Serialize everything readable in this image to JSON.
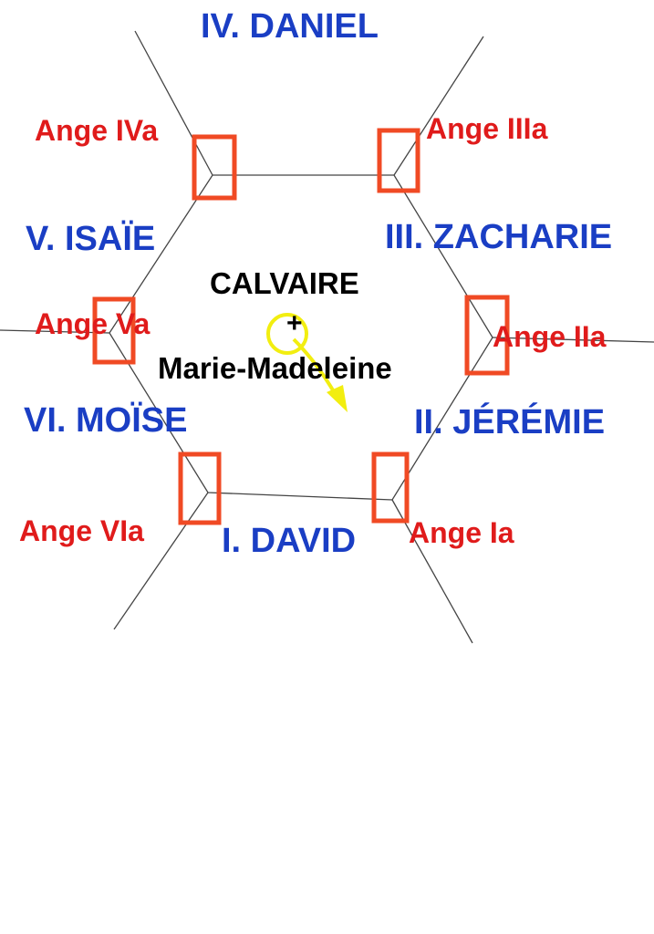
{
  "colors": {
    "prophet": "#1a3ec4",
    "angel": "#e01b1b",
    "center_text": "#000000",
    "marker": "#f04a24",
    "highlight": "#f2ee10",
    "line": "#444444"
  },
  "prophets": {
    "daniel": "IV. DANIEL",
    "isaie": "V. ISAÏE",
    "zacharie": "III. ZACHARIE",
    "moise": "VI. MOÏSE",
    "jeremie": "II. JÉRÉMIE",
    "david": "I. DAVID"
  },
  "angels": {
    "iva": "Ange IVa",
    "iiia": "Ange IIIa",
    "va": "Ange Va",
    "iia": "Ange IIa",
    "via": "Ange VIa",
    "ia": "Ange Ia"
  },
  "center": {
    "title": "CALVAIRE",
    "cross": "+",
    "subtitle": "Marie-Madeleine"
  }
}
